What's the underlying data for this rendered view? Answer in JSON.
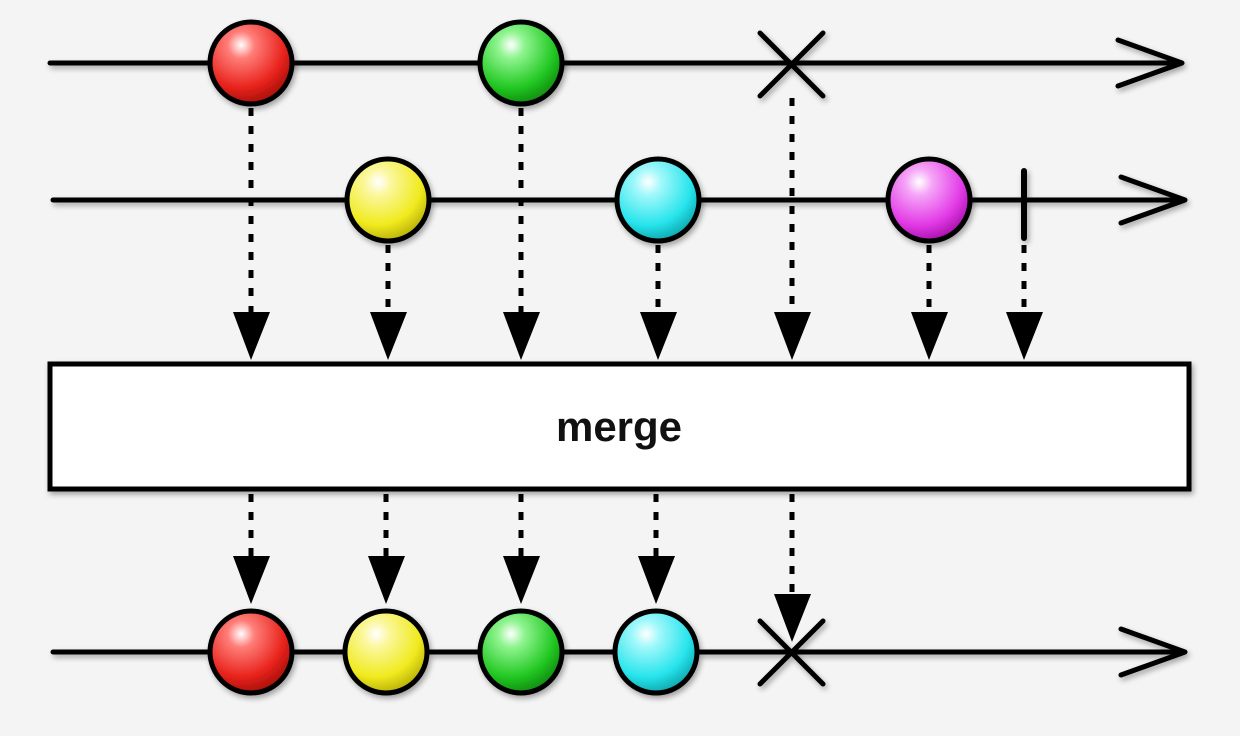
{
  "operator": {
    "label": "merge"
  },
  "input_stream_1": {
    "marbles": [
      "red",
      "green"
    ],
    "terminal": "error"
  },
  "input_stream_2": {
    "marbles": [
      "yellow",
      "cyan",
      "magenta"
    ],
    "terminal": "complete"
  },
  "output_stream": {
    "marbles": [
      "red",
      "yellow",
      "green",
      "cyan"
    ],
    "terminal": "error"
  },
  "colors": {
    "red": "#e8231c",
    "green": "#22c822",
    "yellow": "#f0ea1e",
    "cyan": "#28e4ec",
    "magenta": "#e23ae6"
  }
}
